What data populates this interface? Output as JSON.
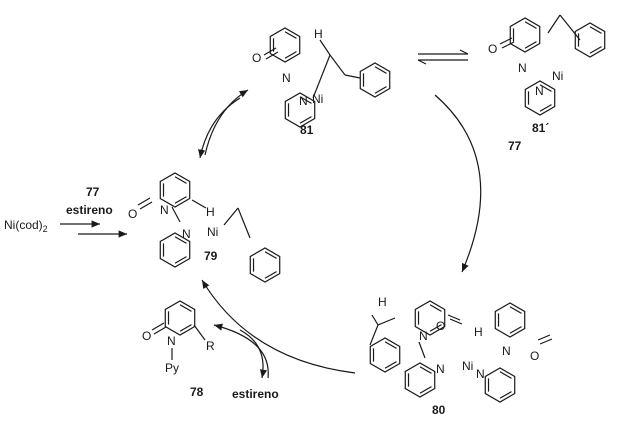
{
  "compounds": {
    "c81": {
      "label": "81",
      "metal": "Ni",
      "h": "H",
      "o": "O",
      "n1": "N",
      "n2": "N"
    },
    "c81p": {
      "label": "81´",
      "metal": "Ni",
      "o": "O",
      "n1": "N",
      "n2": "N"
    },
    "c79": {
      "label": "79",
      "metal": "Ni",
      "h": "H",
      "o": "O",
      "n1": "N",
      "n2": "N"
    },
    "c78": {
      "label": "78",
      "o": "O",
      "n": "N",
      "r": "R",
      "py": "Py"
    },
    "c80": {
      "label": "80",
      "metal": "Ni",
      "h1": "H",
      "h2": "H",
      "o1": "O",
      "o2": "O",
      "n1": "N",
      "n2": "N",
      "n3": "N",
      "n4": "N"
    }
  },
  "reagents": {
    "start": "Ni(cod)",
    "start_sub": "2",
    "reagent_77": "77",
    "styrene_in": "estireno",
    "cycle_77": "77",
    "styrene_out": "estireno"
  }
}
